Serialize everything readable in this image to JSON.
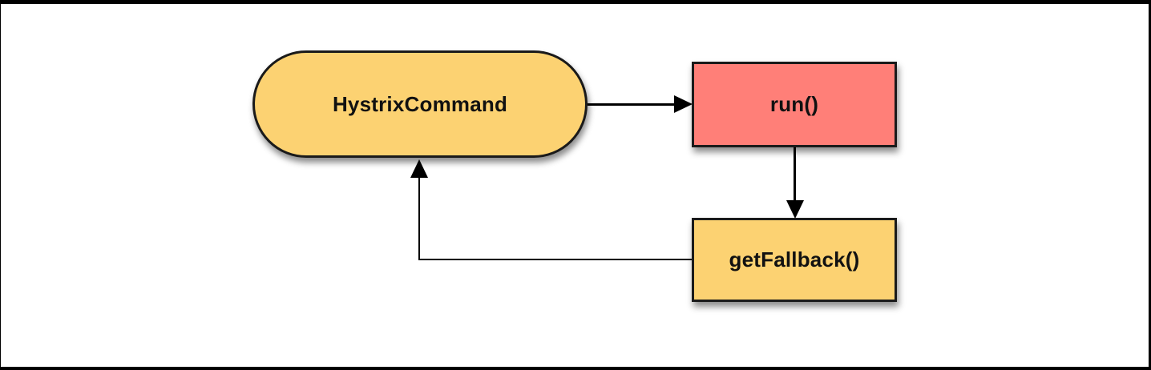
{
  "diagram": {
    "nodes": [
      {
        "id": "hystrix-command",
        "label": "HystrixCommand",
        "shape": "stadium",
        "fill": "#FCD272"
      },
      {
        "id": "run",
        "label": "run()",
        "shape": "rectangle",
        "fill": "#FF7F78"
      },
      {
        "id": "get-fallback",
        "label": "getFallback()",
        "shape": "rectangle",
        "fill": "#FCD272"
      }
    ],
    "edges": [
      {
        "from": "hystrix-command",
        "to": "run",
        "direction": "right"
      },
      {
        "from": "run",
        "to": "get-fallback",
        "direction": "down"
      },
      {
        "from": "get-fallback",
        "to": "hystrix-command",
        "direction": "left-then-up"
      }
    ],
    "colors": {
      "node_yellow": "#FCD272",
      "node_red": "#FF7F78",
      "node_border": "#1A1A1A",
      "arrow": "#000000",
      "frame_border": "#000000",
      "background": "#FFFFFF"
    }
  }
}
